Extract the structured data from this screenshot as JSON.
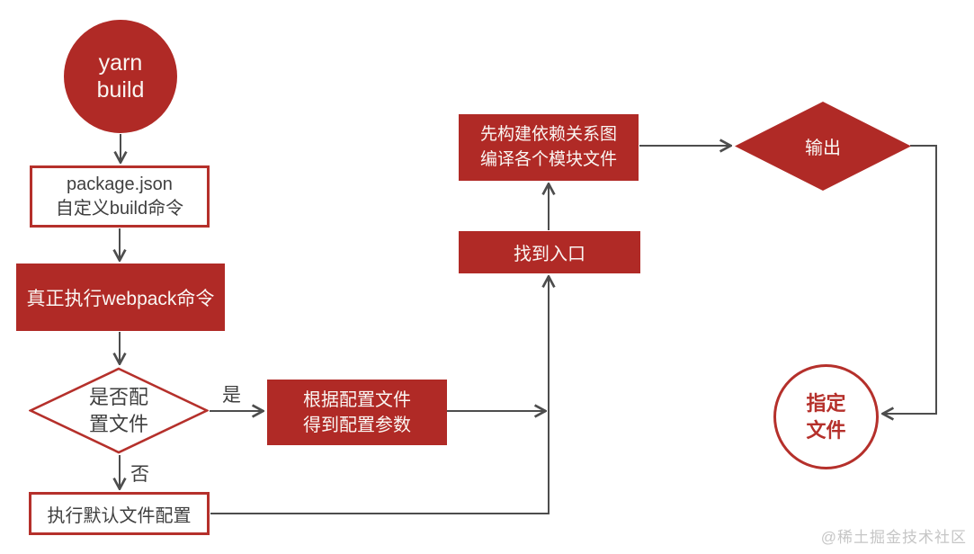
{
  "colors": {
    "shape_red": "#b02a26",
    "outline_red": "#b5302b",
    "line_gray": "#4d4d4d",
    "dark_text": "#3f3f3f",
    "watermark_gray": "#c6c6c6"
  },
  "nodes": {
    "start": "yarn\nbuild",
    "package": "package.json\n自定义build命令",
    "webpack": "真正执行webpack命令",
    "decision": "是否配\n置文件",
    "config": "根据配置文件\n得到配置参数",
    "default_config": "执行默认文件配置",
    "entry": "找到入口",
    "graph": "先构建依赖关系图\n编译各个模块文件",
    "output": "输出",
    "target": "指定\n文件"
  },
  "edge_labels": {
    "yes": "是",
    "no": "否"
  },
  "watermark": "@稀土掘金技术社区"
}
